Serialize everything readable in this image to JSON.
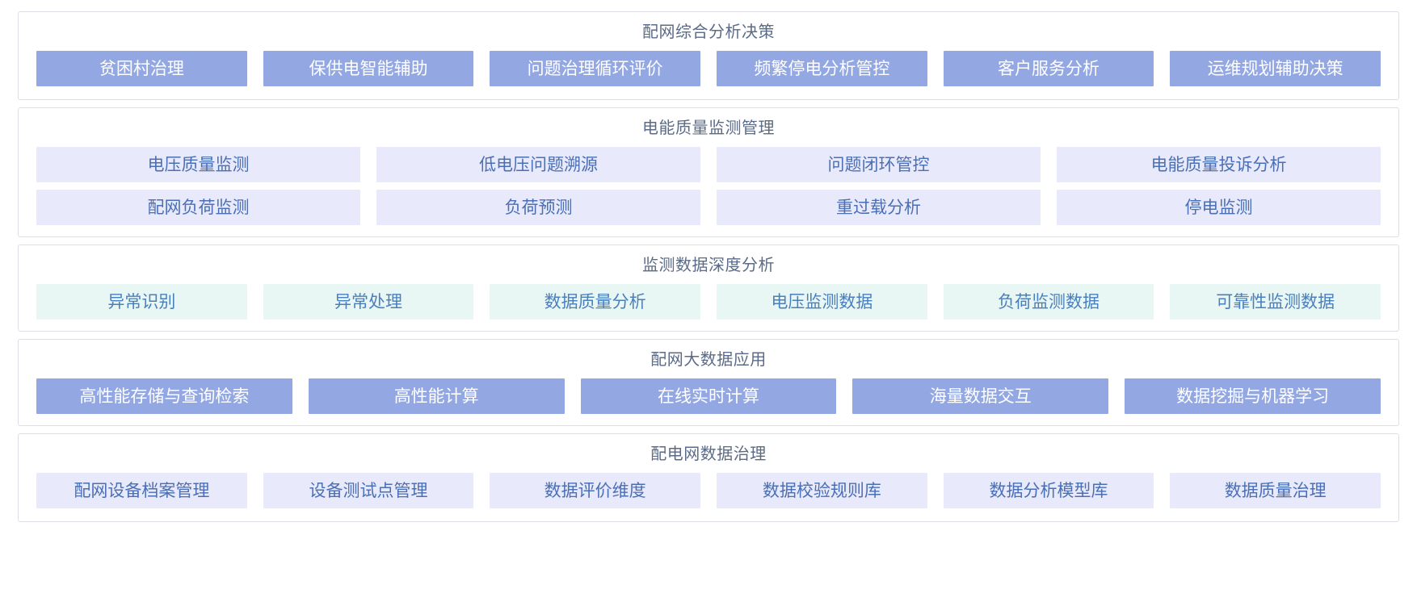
{
  "colors": {
    "panel_border": "#dcdfe6",
    "title_text": "#5b6b87",
    "solid_bg": "#93a7e3",
    "solid_text": "#ffffff",
    "lavender_bg": "#e8eafb",
    "lavender_text": "#4a6fb5",
    "mint_bg": "#e9f7f4",
    "mint_text": "#4a7fbd",
    "page_bg": "#ffffff"
  },
  "sections": [
    {
      "id": "comprehensive-analysis-decision",
      "title": "配网综合分析决策",
      "style": "solid",
      "rows": [
        [
          "贫困村治理",
          "保供电智能辅助",
          "问题治理循环评价",
          "频繁停电分析管控",
          "客户服务分析",
          "运维规划辅助决策"
        ]
      ]
    },
    {
      "id": "power-quality-monitoring-management",
      "title": "电能质量监测管理",
      "style": "lavender",
      "rows": [
        [
          "电压质量监测",
          "低电压问题溯源",
          "问题闭环管控",
          "电能质量投诉分析"
        ],
        [
          "配网负荷监测",
          "负荷预测",
          "重过载分析",
          "停电监测"
        ]
      ]
    },
    {
      "id": "monitoring-data-deep-analysis",
      "title": "监测数据深度分析",
      "style": "mint",
      "rows": [
        [
          "异常识别",
          "异常处理",
          "数据质量分析",
          "电压监测数据",
          "负荷监测数据",
          "可靠性监测数据"
        ]
      ]
    },
    {
      "id": "distribution-network-big-data-application",
      "title": "配网大数据应用",
      "style": "solid",
      "rows": [
        [
          "高性能存储与查询检索",
          "高性能计算",
          "在线实时计算",
          "海量数据交互",
          "数据挖掘与机器学习"
        ]
      ]
    },
    {
      "id": "distribution-network-data-governance",
      "title": "配电网数据治理",
      "style": "lavender",
      "rows": [
        [
          "配网设备档案管理",
          "设备测试点管理",
          "数据评价维度",
          "数据校验规则库",
          "数据分析模型库",
          "数据质量治理"
        ]
      ]
    }
  ]
}
